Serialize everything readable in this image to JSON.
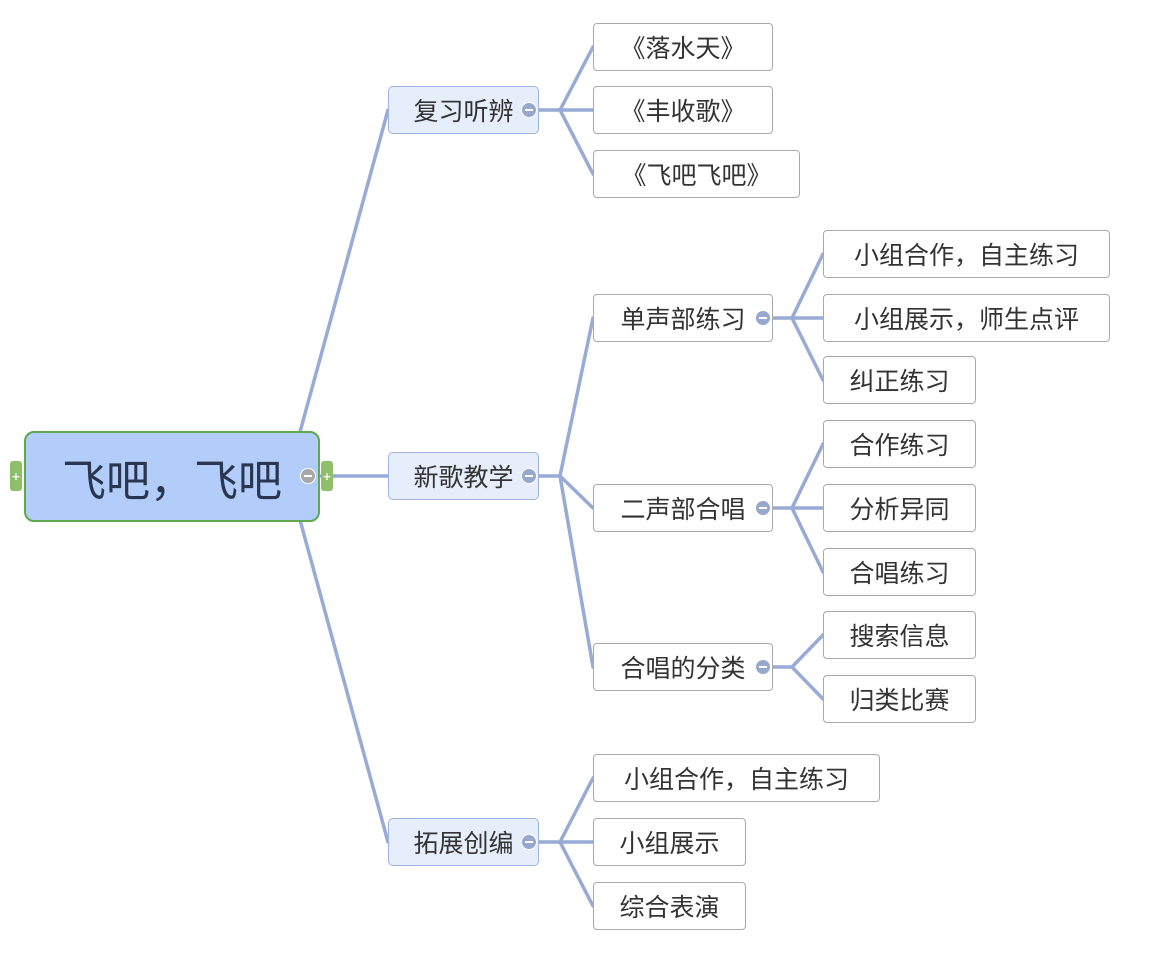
{
  "root": {
    "label": "飞吧，飞吧"
  },
  "branches": [
    {
      "label": "复习听辨",
      "children": [
        "《落水天》",
        "《丰收歌》",
        "《飞吧飞吧》"
      ]
    },
    {
      "label": "新歌教学",
      "children": [
        {
          "label": "单声部练习",
          "children": [
            "小组合作，自主练习",
            "小组展示，师生点评",
            "纠正练习"
          ]
        },
        {
          "label": "二声部合唱",
          "children": [
            "合作练习",
            "分析异同",
            "合唱练习"
          ]
        },
        {
          "label": "合唱的分类",
          "children": [
            "搜索信息",
            "归类比赛"
          ]
        }
      ]
    },
    {
      "label": "拓展创编",
      "children": [
        "小组合作，自主练习",
        "小组展示",
        "综合表演"
      ]
    }
  ],
  "colors": {
    "connector": "#98aad6",
    "root_fill": "#b3cdfb",
    "root_border": "#5fa84d",
    "main_fill": "#e6eefc"
  }
}
